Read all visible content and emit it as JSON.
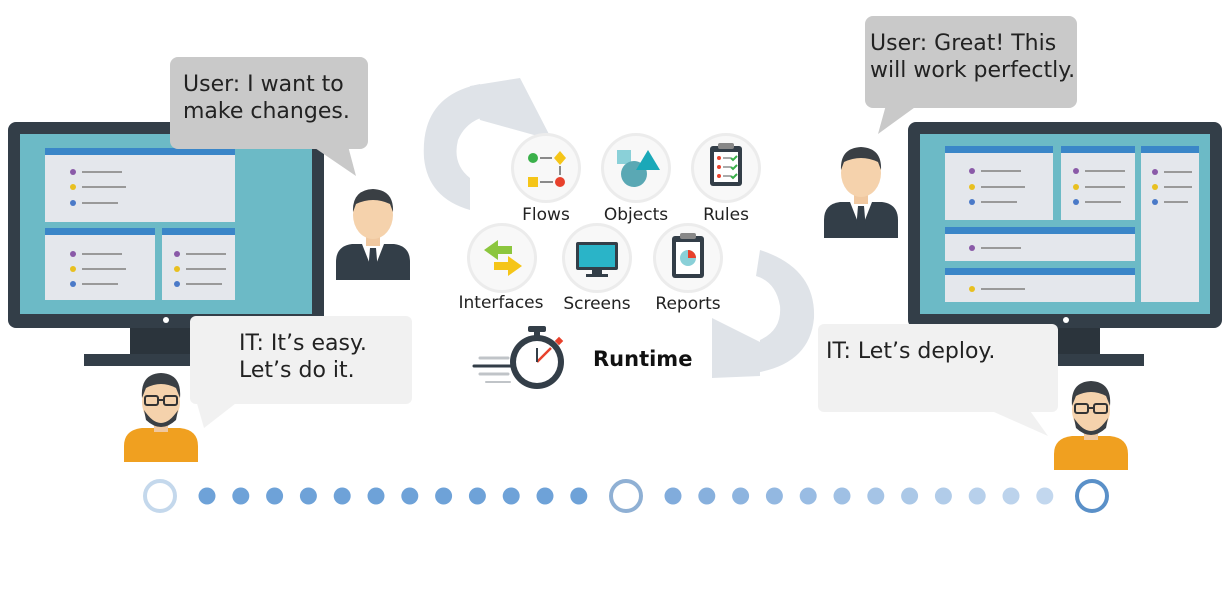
{
  "bubbles": {
    "user_left": "User: I want to\nmake changes.",
    "it_left": "IT: It’s easy.\nLet’s do it.",
    "user_right": "User: Great! This\nwill work perfectly.",
    "it_right": "IT: Let’s deploy."
  },
  "features": [
    {
      "label": "Flows",
      "icon": "flow-icon"
    },
    {
      "label": "Objects",
      "icon": "objects-icon"
    },
    {
      "label": "Rules",
      "icon": "clipboard-check-icon"
    },
    {
      "label": "Interfaces",
      "icon": "swap-arrows-icon"
    },
    {
      "label": "Screens",
      "icon": "monitor-icon"
    },
    {
      "label": "Reports",
      "icon": "report-chart-icon"
    }
  ],
  "runtime_label": "Runtime",
  "colors": {
    "screen_teal": "#6cbac6",
    "monitor_dark": "#333e48",
    "panel_blue": "#3a86c8",
    "bubble_gray": "#c9c9c9",
    "bubble_light": "#f1f1f1",
    "it_orange": "#f0a020",
    "dot_blue": "#6ea2d8"
  }
}
